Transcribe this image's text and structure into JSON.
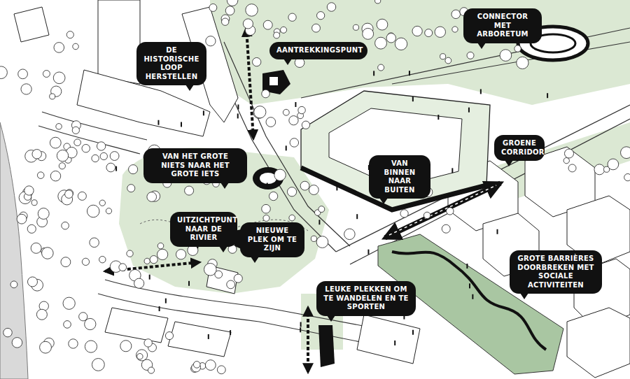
{
  "diagram": {
    "nodes": [
      {
        "text": [
          "CONNECTOR MET ARBORETUM"
        ]
      },
      {
        "text": [
          "DE HISTORISCHE LOOP HERSTELLEN"
        ]
      },
      {
        "text": [
          "AANTREKKINGSPUNT"
        ]
      },
      {
        "text": [
          "GROENE CORRIDOR"
        ]
      },
      {
        "text": [
          "VAN HET GROTE NIETS NAAR HET GROTE IETS"
        ]
      },
      {
        "text": [
          "VAN BINNEN NAAR BUITEN"
        ]
      },
      {
        "text": [
          "UITZICHTPUNT NAAR DE RIVIER"
        ]
      },
      {
        "text": [
          "NIEUWE PLEK OM TE ZIJN"
        ]
      },
      {
        "text": [
          "GROTE BARRIÈRES DOORBREKEN MET SOCIALE ACTIVITEITEN"
        ]
      },
      {
        "text": [
          "LEUKE PLEKKEN OM TE WANDELEN EN TE SPORTEN"
        ]
      }
    ]
  }
}
